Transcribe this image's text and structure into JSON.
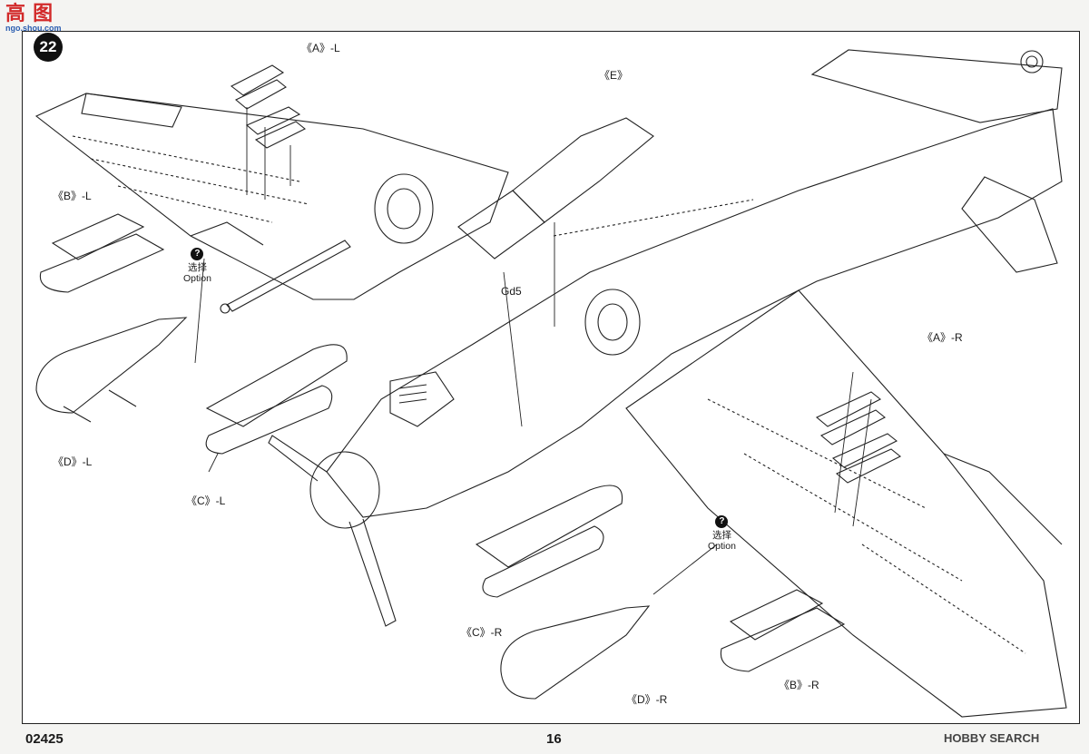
{
  "watermark_top": {
    "line1": "高 图",
    "line2": "ngo.shou.com"
  },
  "step_number": "22",
  "labels": {
    "a_left": "《A》-L",
    "a_right": "《A》-R",
    "b_left": "《B》-L",
    "b_right": "《B》-R",
    "c_left": "《C》-L",
    "c_right": "《C》-R",
    "d_left": "《D》-L",
    "d_right": "《D》-R",
    "e": "《E》",
    "gd5": "Gd5"
  },
  "option_note": {
    "symbol": "?",
    "cn": "选择",
    "en": "Option"
  },
  "footer": {
    "product_code": "02425",
    "page_number": "16",
    "watermark": "HOBBY SEARCH"
  }
}
